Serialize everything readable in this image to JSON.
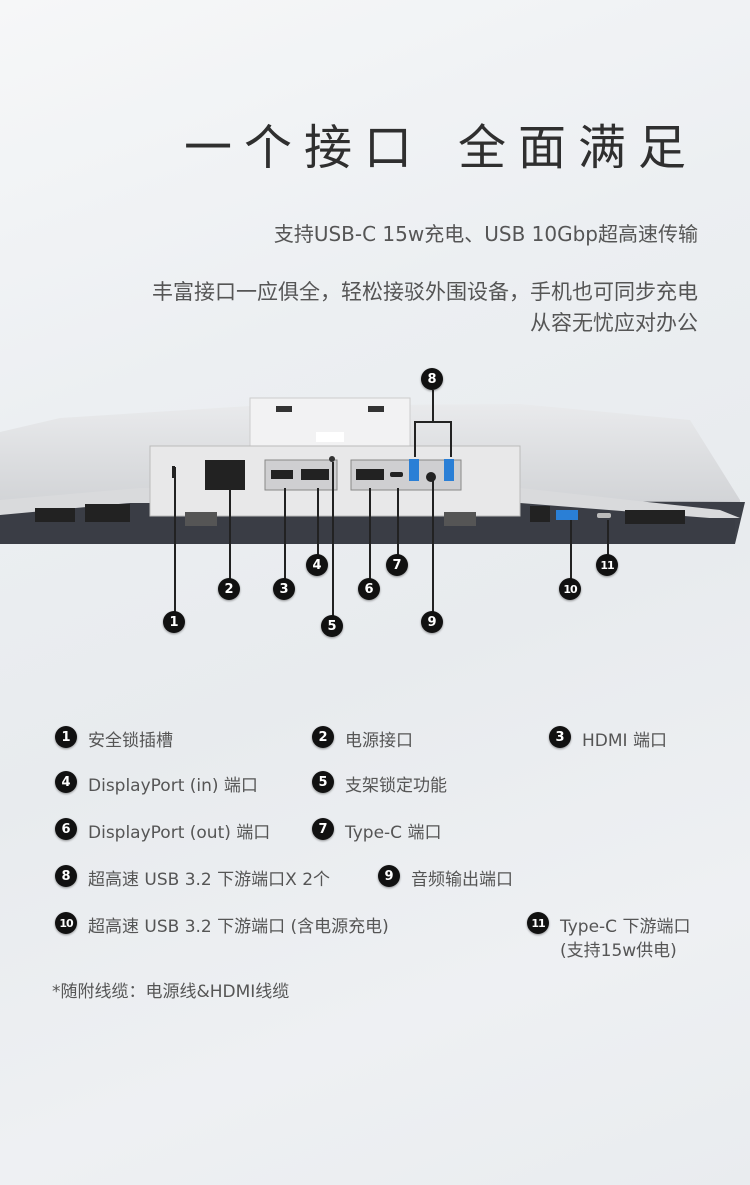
{
  "header": {
    "title_part1": "一个接口",
    "title_part2": "全面满足",
    "subtitle": "支持USB-C 15w充电、USB 10Gbp超高速传输",
    "description_line1": "丰富接口一应俱全，轻松接驳外围设备，手机也可同步充电",
    "description_line2": "从容无忧应对办公"
  },
  "callouts": [
    "1",
    "2",
    "3",
    "4",
    "5",
    "6",
    "7",
    "8",
    "9",
    "10",
    "11"
  ],
  "legend": [
    {
      "num": "1",
      "label": "安全锁插槽"
    },
    {
      "num": "2",
      "label": "电源接口"
    },
    {
      "num": "3",
      "label": "HDMI 端口"
    },
    {
      "num": "4",
      "label": "DisplayPort (in) 端口"
    },
    {
      "num": "5",
      "label": "支架锁定功能"
    },
    {
      "num": "6",
      "label": "DisplayPort (out) 端口"
    },
    {
      "num": "7",
      "label": "Type-C 端口"
    },
    {
      "num": "8",
      "label": "超高速 USB 3.2 下游端口X 2个"
    },
    {
      "num": "9",
      "label": "音频输出端口"
    },
    {
      "num": "10",
      "label": "超高速 USB 3.2 下游端口 (含电源充电)"
    },
    {
      "num": "11",
      "label": "Type-C 下游端口",
      "label2": "(支持15w供电)"
    }
  ],
  "footnote": "*随附线缆：电源线&HDMI线缆",
  "colors": {
    "usb_blue": "#2a7fd6",
    "callout": "#111111"
  }
}
